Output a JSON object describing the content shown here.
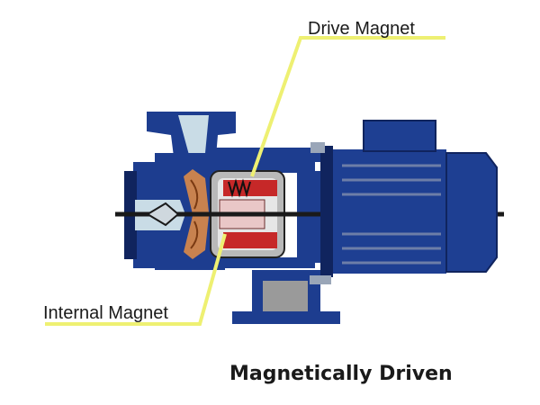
{
  "labels": {
    "drive_magnet": "Drive Magnet",
    "internal_magnet": "Internal Magnet"
  },
  "caption": "Magnetically Driven",
  "colors": {
    "pump_casing": "#1d3d8f",
    "casing_dark": "#10245e",
    "motor_body": "#1e3f92",
    "motor_fins": "#6d7ea8",
    "impeller": "#c8824f",
    "drive_magnet": "#c62828",
    "internal_magnet": "#e9c7c7",
    "shaft": "#1a1a1a",
    "leader_line": "#eef072",
    "foot": "#9a9a9a"
  }
}
